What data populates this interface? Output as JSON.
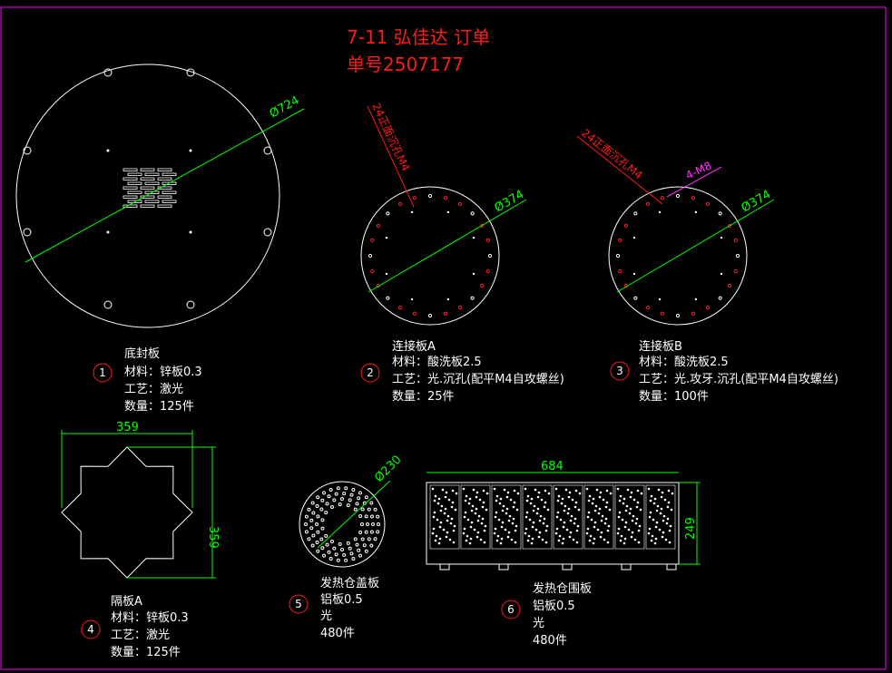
{
  "title": {
    "line1": "7-11 弘佳达 订单",
    "line2": "单号2507177"
  },
  "colors": {
    "background": "#000000",
    "border": "#ff00ff",
    "outline": "#ffffff",
    "dimension": "#00ff00",
    "annotation": "#ff1a1a",
    "tap": "#ff33ff"
  },
  "parts": [
    {
      "no": "1",
      "name": "底封板",
      "material": "材料：锌板0.3",
      "process": "工艺：激光",
      "qty": "数量：125件",
      "dim": "Ø724"
    },
    {
      "no": "2",
      "name": "连接板A",
      "material": "材料：酸洗板2.5",
      "process": "工艺：光.沉孔(配平M4自攻螺丝)",
      "qty": "数量：25件",
      "dim": "Ø374",
      "note": "24正面沉孔M4"
    },
    {
      "no": "3",
      "name": "连接板B",
      "material": "材料：酸洗板2.5",
      "process": "工艺：光.攻牙.沉孔(配平M4自攻螺丝)",
      "qty": "数量：100件",
      "dim": "Ø374",
      "note": "24正面沉孔M4",
      "note2": "4-M8"
    },
    {
      "no": "4",
      "name": "隔板A",
      "material": "材料：锌板0.3",
      "process": "工艺：激光",
      "qty": "数量：125件",
      "dim_w": "359",
      "dim_h": "359"
    },
    {
      "no": "5",
      "name": "发热仓盖板",
      "material": "铝板0.5",
      "process": "光",
      "qty": "480件",
      "dim": "Ø230"
    },
    {
      "no": "6",
      "name": "发热仓围板",
      "material": "铝板0.5",
      "process": "光",
      "qty": "480件",
      "dim_w": "684",
      "dim_h": "249"
    }
  ]
}
